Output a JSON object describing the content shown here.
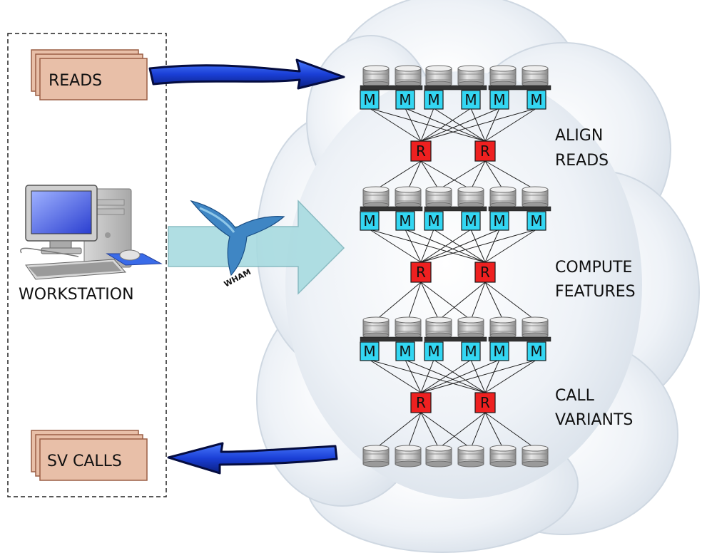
{
  "inputs": {
    "reads_label": "READS"
  },
  "workstation": {
    "label": "WORKSTATION"
  },
  "outputs": {
    "sv_calls_label": "SV CALLS"
  },
  "logo": {
    "text": "WHAM",
    "icon": "hummingbird-icon"
  },
  "node_labels": {
    "mapper": "M",
    "reducer": "R"
  },
  "stages": [
    {
      "line1": "ALIGN",
      "line2": "READS"
    },
    {
      "line1": "COMPUTE",
      "line2": "FEATURES"
    },
    {
      "line1": "CALL",
      "line2": "VARIANTS"
    }
  ],
  "colors": {
    "card_fill": "#e8bfa8",
    "card_stroke": "#9a5f45",
    "mapper_fill": "#33d6f2",
    "reducer_fill": "#ee2020",
    "flow_arrow": "#1a3fd6",
    "big_arrow": "#a8dbe0",
    "cloud": "#e3eaf1"
  }
}
